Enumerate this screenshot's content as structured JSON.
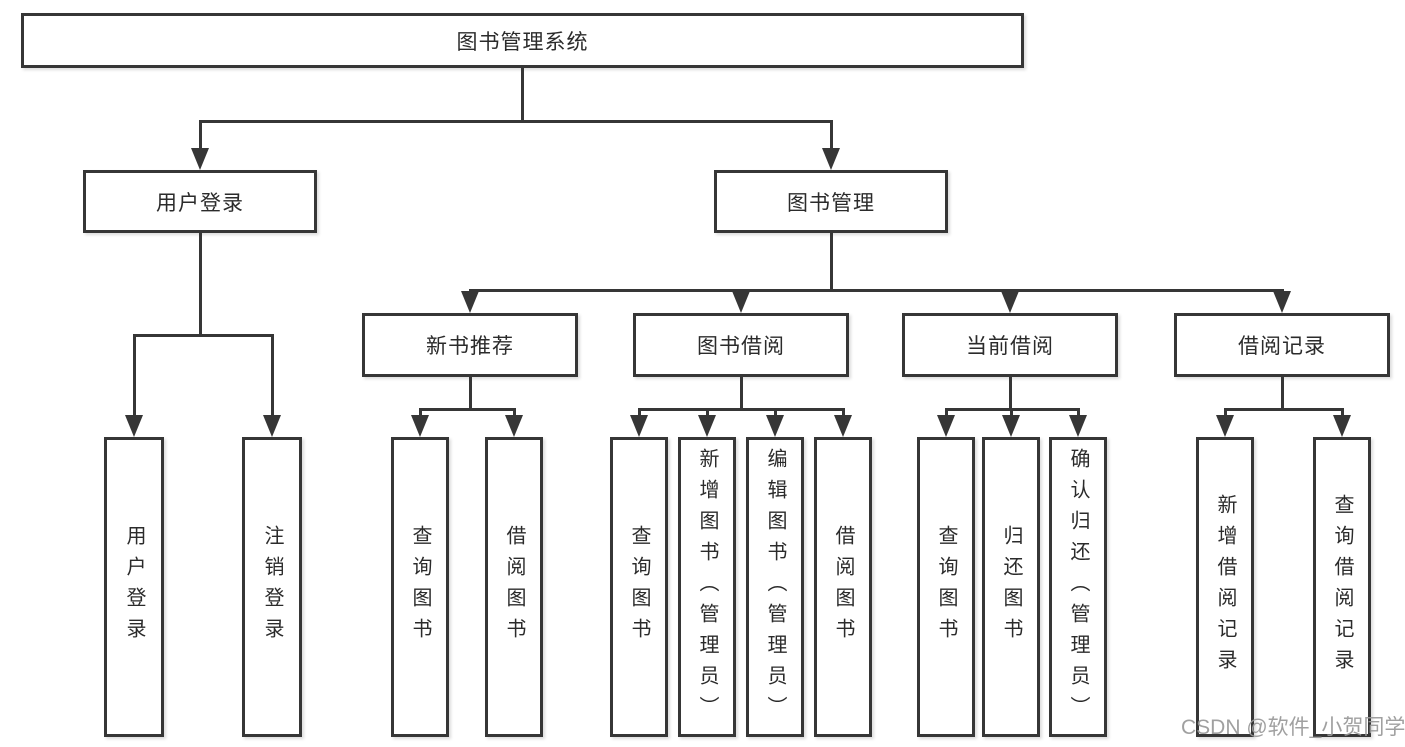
{
  "diagram_type": "functional-structure-tree",
  "colors": {
    "line": "#363636",
    "text": "#2b2b2b",
    "box_background": "#ffffff",
    "page_background": "#ffffff",
    "watermark": "#989898"
  },
  "root": {
    "label": "图书管理系统"
  },
  "level2": [
    {
      "label": "用户登录"
    },
    {
      "label": "图书管理"
    }
  ],
  "level3": [
    {
      "label": "新书推荐"
    },
    {
      "label": "图书借阅"
    },
    {
      "label": "当前借阅"
    },
    {
      "label": "借阅记录"
    }
  ],
  "leaves": {
    "login": [
      {
        "label": "用户登录"
      },
      {
        "label": "注销登录"
      }
    ],
    "new_books": [
      {
        "label": "查询图书"
      },
      {
        "label": "借阅图书"
      }
    ],
    "book_borrow": [
      {
        "label": "查询图书"
      },
      {
        "label": "新增图书（管理员）"
      },
      {
        "label": "编辑图书（管理员）"
      },
      {
        "label": "借阅图书"
      }
    ],
    "current_borrow": [
      {
        "label": "查询图书"
      },
      {
        "label": "归还图书"
      },
      {
        "label": "确认归还（管理员）"
      }
    ],
    "borrow_records": [
      {
        "label": "新增借阅记录"
      },
      {
        "label": "查询借阅记录"
      }
    ]
  },
  "watermark": {
    "text": "CSDN @软件_小贺同学"
  }
}
